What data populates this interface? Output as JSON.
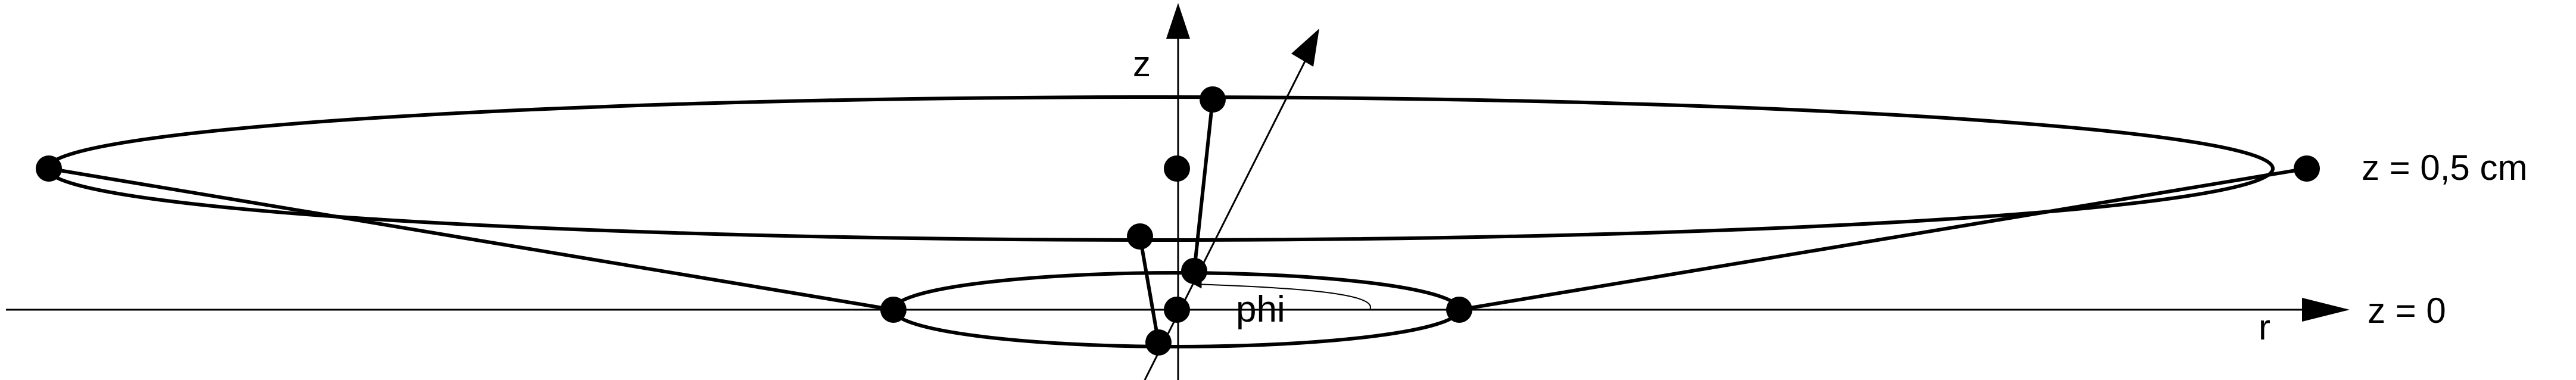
{
  "labels": {
    "z_axis": "z",
    "r_axis": "r",
    "phi": "phi",
    "top_level": "z = 0,5 cm",
    "bottom_level": "z = 0"
  },
  "colors": {
    "stroke": "#000000",
    "background": "#ffffff"
  }
}
